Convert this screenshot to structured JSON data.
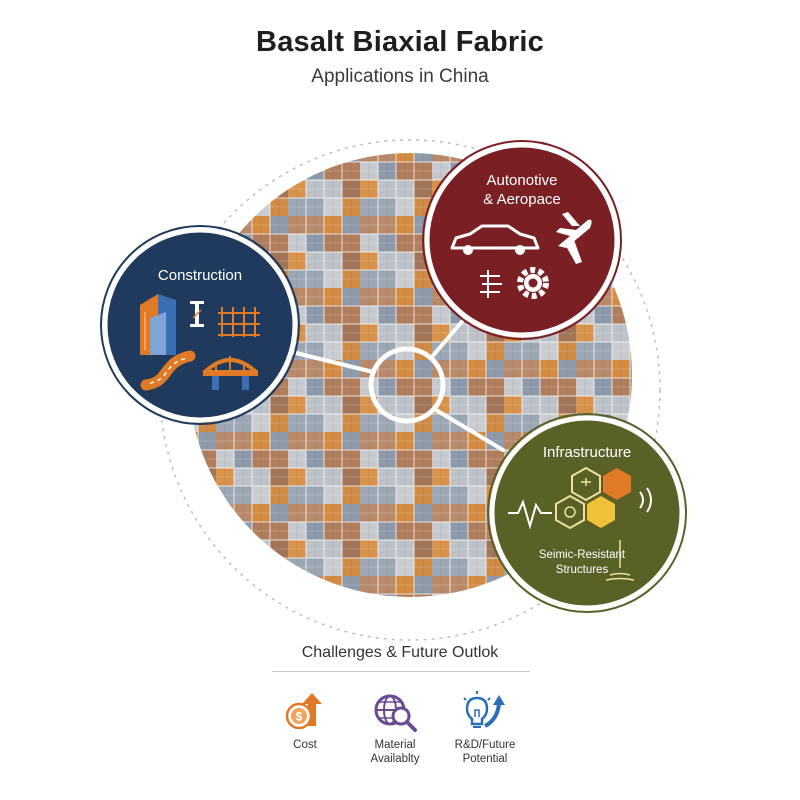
{
  "header": {
    "title": "Basalt Biaxial Fabric",
    "subtitle": "Applications in China"
  },
  "applications": {
    "construction": {
      "label": "Construction"
    },
    "automotive": {
      "label_line1": "Autonotive",
      "label_line2": "& Aeropace"
    },
    "infrastructure": {
      "label": "Infrastructure",
      "sub_line1": "Seimic-Resistant",
      "sub_line2": "Structures"
    }
  },
  "outlook": {
    "title": "Challenges & Future Outlok",
    "items": [
      {
        "label_line1": "Cost",
        "label_line2": "",
        "icon": "cost-dollar-arrow-icon"
      },
      {
        "label_line1": "Material",
        "label_line2": "Availablty",
        "icon": "globe-magnifier-icon"
      },
      {
        "label_line1": "R&D/Future",
        "label_line2": "Potential",
        "icon": "lightbulb-arrow-icon"
      }
    ]
  },
  "colors": {
    "construction_bg": "#1f3a5c",
    "automotive_bg": "#7a1f24",
    "infrastructure_bg": "#5a6126",
    "accent_orange": "#e07a26",
    "accent_yellow": "#f0c23a",
    "outlook_purple": "#6a4a93",
    "outlook_blue": "#2a6fb5"
  }
}
